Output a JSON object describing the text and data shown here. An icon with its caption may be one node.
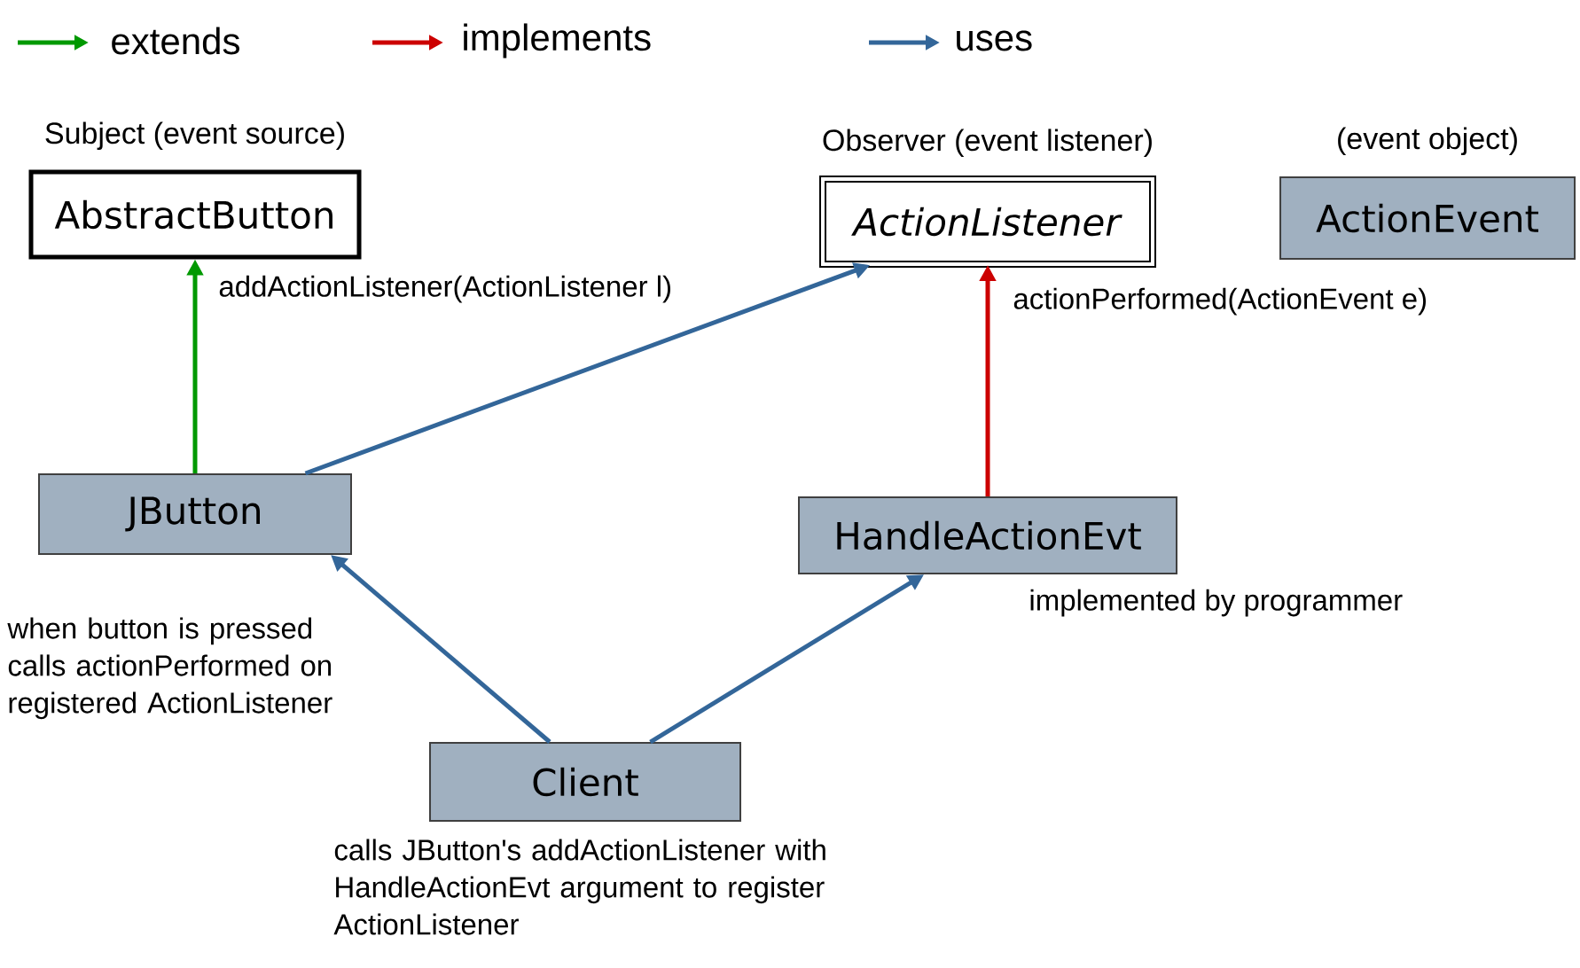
{
  "diagram": {
    "nodes": [
      {
        "text": [
          "Subject (event source)",
          "AbstractButton"
        ],
        "beside": [
          "addActionListener(ActionListener l)"
        ]
      },
      {
        "text": [
          "Observer (event listener)",
          "*ActionListener*"
        ],
        "beside": [
          "actionPerformed(ActionEvent e)"
        ]
      },
      {
        "text": [
          "(event object)",
          "ActionEvent"
        ]
      },
      {
        "text": [
          "JButton"
        ],
        "beside": [
          "when button is pressed calls actionPerformed on registered ActionListener"
        ]
      },
      {
        "text": [
          "HandleActionEvt"
        ],
        "beside": [
          "implemented by programmer"
        ]
      },
      {
        "text": [
          "Client"
        ],
        "beside": [
          "calls JButton's addActionListener with HandleActionEvt argument to register ActionListener"
        ]
      }
    ],
    "edges": [
      {
        "from": 3,
        "to": 0,
        "arrow": "to",
        "color": "#009900"
      },
      {
        "from": 4,
        "to": 1,
        "arrow": "to",
        "color": "#cc0000"
      },
      {
        "from": 3,
        "to": 1,
        "arrow": "to"
      },
      {
        "from": 5,
        "to": 3,
        "arrow": "to"
      },
      {
        "from": 5,
        "to": 4,
        "arrow": "to"
      }
    ],
    "legend": [
      {
        "text": "extends",
        "color": "#009900"
      },
      {
        "text": "implements",
        "color": "#cc0000"
      },
      {
        "text": "uses",
        "color": "#336699"
      }
    ]
  }
}
